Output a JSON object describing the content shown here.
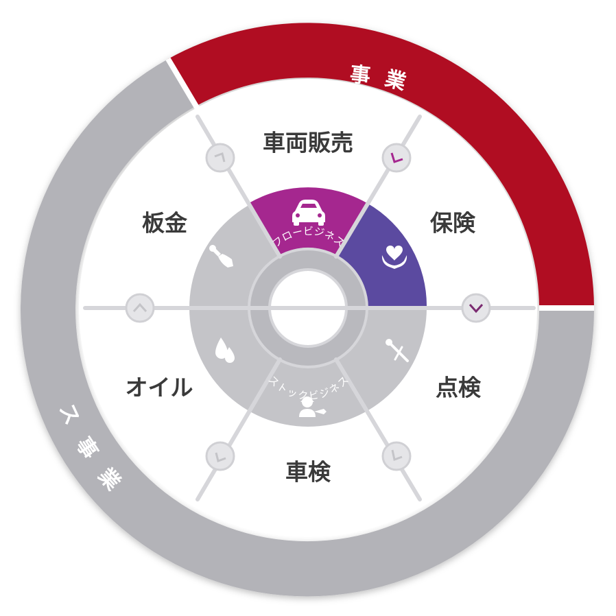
{
  "rings": {
    "sales_label": "販売事業",
    "service_label": "サービス事業"
  },
  "inner": {
    "flow_label": "フロービジネス",
    "stock_label": "ストックビジネス"
  },
  "segments": {
    "car_sales": "車両販売",
    "insurance": "保険",
    "inspection": "点検",
    "shaken": "車検",
    "oil": "オイル",
    "sheet_metal": "板金"
  },
  "colors": {
    "sales_ring": "#b01020",
    "service_ring": "#b3b3b8",
    "car_sales_accent": "#a5278f",
    "insurance_accent": "#5b4aa0",
    "inner_gray": "#c4c4c8",
    "divider": "#d6d6da"
  },
  "icons": {
    "car_sales": "car-icon",
    "insurance": "heart-hands-icon",
    "sheet_metal": "wrench-hand-icon",
    "oil": "oil-drops-icon",
    "shaken": "mechanic-icon",
    "inspection": "tools-icon"
  }
}
